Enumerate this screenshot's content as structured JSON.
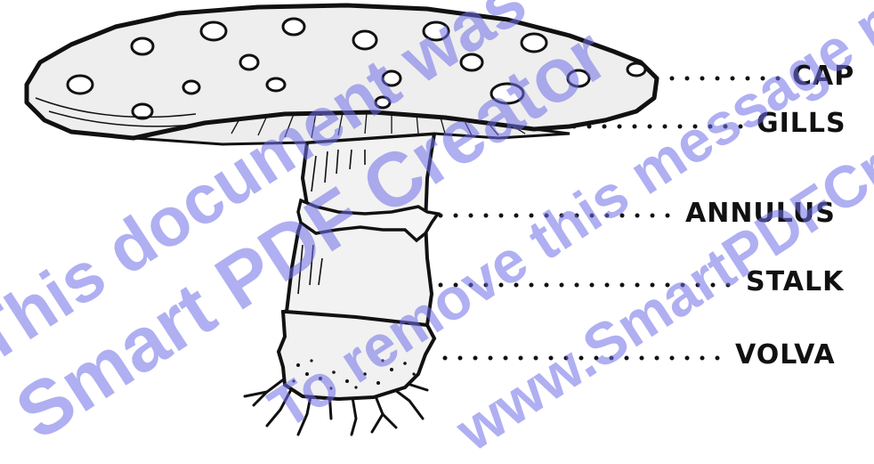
{
  "labels": {
    "cap": "CAP",
    "gills": "GILLS",
    "annulus": "ANNULUS",
    "stalk": "STALK",
    "volva": "VOLVA"
  },
  "watermark": {
    "line1": "This document was created by",
    "line2": "Smart PDF Creator",
    "line3": "To remove this message purchase",
    "line4": "www.SmartPDFCreator.com"
  },
  "colors": {
    "ink": "#111111",
    "watermark": "#6f6fe8"
  }
}
